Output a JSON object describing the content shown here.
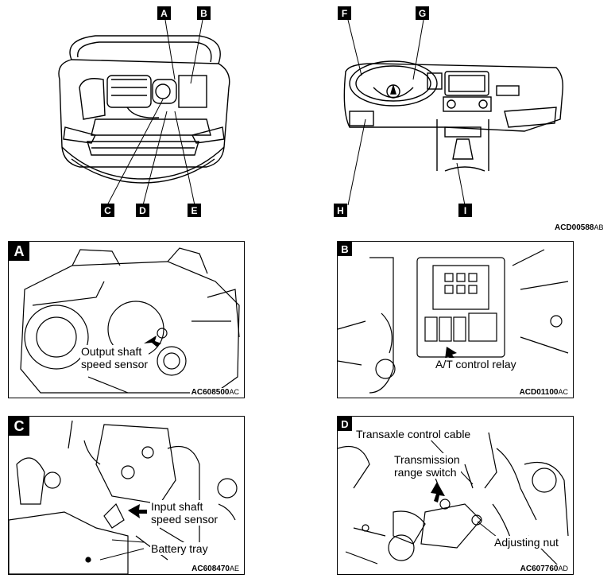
{
  "overview": {
    "engine_callouts": [
      "A",
      "B",
      "C",
      "D",
      "E"
    ],
    "cabin_callouts": [
      "F",
      "G",
      "H",
      "I"
    ],
    "figure_code": {
      "main": "ACD00588",
      "suffix": "AB"
    }
  },
  "panels": {
    "a": {
      "label": "A",
      "captions": [
        "Output shaft",
        "speed sensor"
      ],
      "code": {
        "main": "AC608500",
        "suffix": "AC"
      }
    },
    "b": {
      "label": "B",
      "caption": "A/T control relay",
      "code": {
        "main": "ACD01100",
        "suffix": "AC"
      }
    },
    "c": {
      "label": "C",
      "captions": [
        "Input shaft",
        "speed sensor"
      ],
      "caption2": "Battery tray",
      "code": {
        "main": "AC608470",
        "suffix": "AE"
      }
    },
    "d": {
      "label": "D",
      "caption_cable": "Transaxle control cable",
      "captions_switch": [
        "Transmission",
        "range switch"
      ],
      "caption_nut": "Adjusting nut",
      "code": {
        "main": "AC607760",
        "suffix": "AD"
      }
    }
  }
}
